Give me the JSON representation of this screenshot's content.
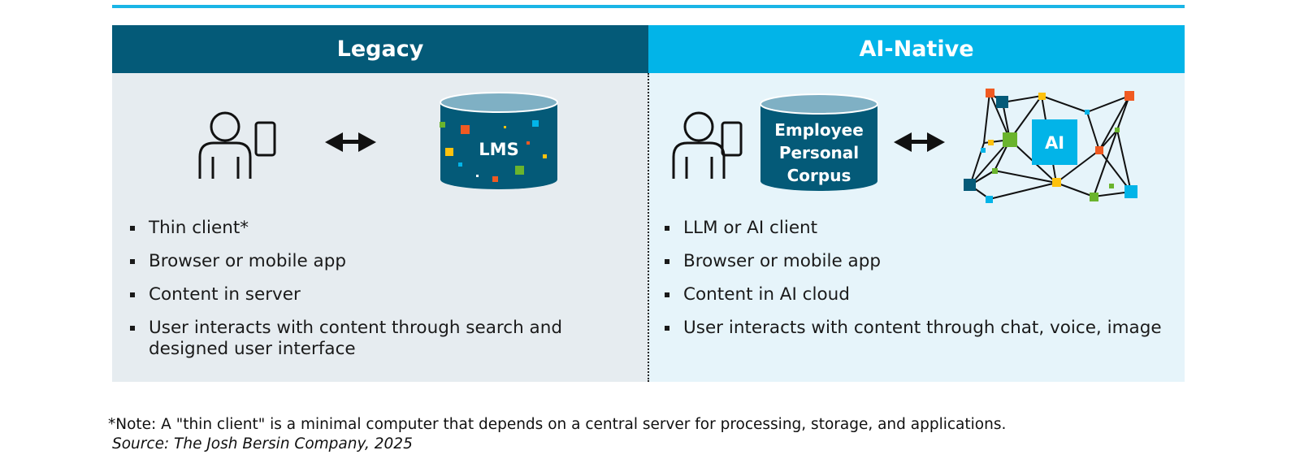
{
  "header": {
    "legacy_title": "Legacy",
    "ai_native_title": "AI-Native"
  },
  "legacy": {
    "store_label": "LMS",
    "bullets": [
      "Thin client*",
      "Browser or mobile app",
      "Content in server",
      "User interacts with content through search and designed user interface"
    ]
  },
  "ai_native": {
    "store_label": [
      "Employee",
      "Personal",
      "Corpus"
    ],
    "network_label": "AI",
    "bullets": [
      "LLM or AI client",
      "Browser or mobile app",
      "Content in AI cloud",
      "User interacts with content through chat, voice, image"
    ]
  },
  "footer": {
    "note": "*Note: A \"thin client\" is a minimal computer that depends on a central server for processing, storage, and applications.",
    "source": "Source: The Josh Bersin Company, 2025"
  },
  "colors": {
    "legacy_header": "#045a78",
    "ai_header": "#02b4e8",
    "legacy_panel": "#e6ecf0",
    "ai_panel": "#e6f4fa",
    "cylinder": "#045a78",
    "cylinder_top": "#7fb0c4"
  },
  "icons": [
    "person-icon",
    "mobile-phone-icon",
    "double-arrow-icon",
    "database-cylinder-icon",
    "ai-network-icon"
  ]
}
